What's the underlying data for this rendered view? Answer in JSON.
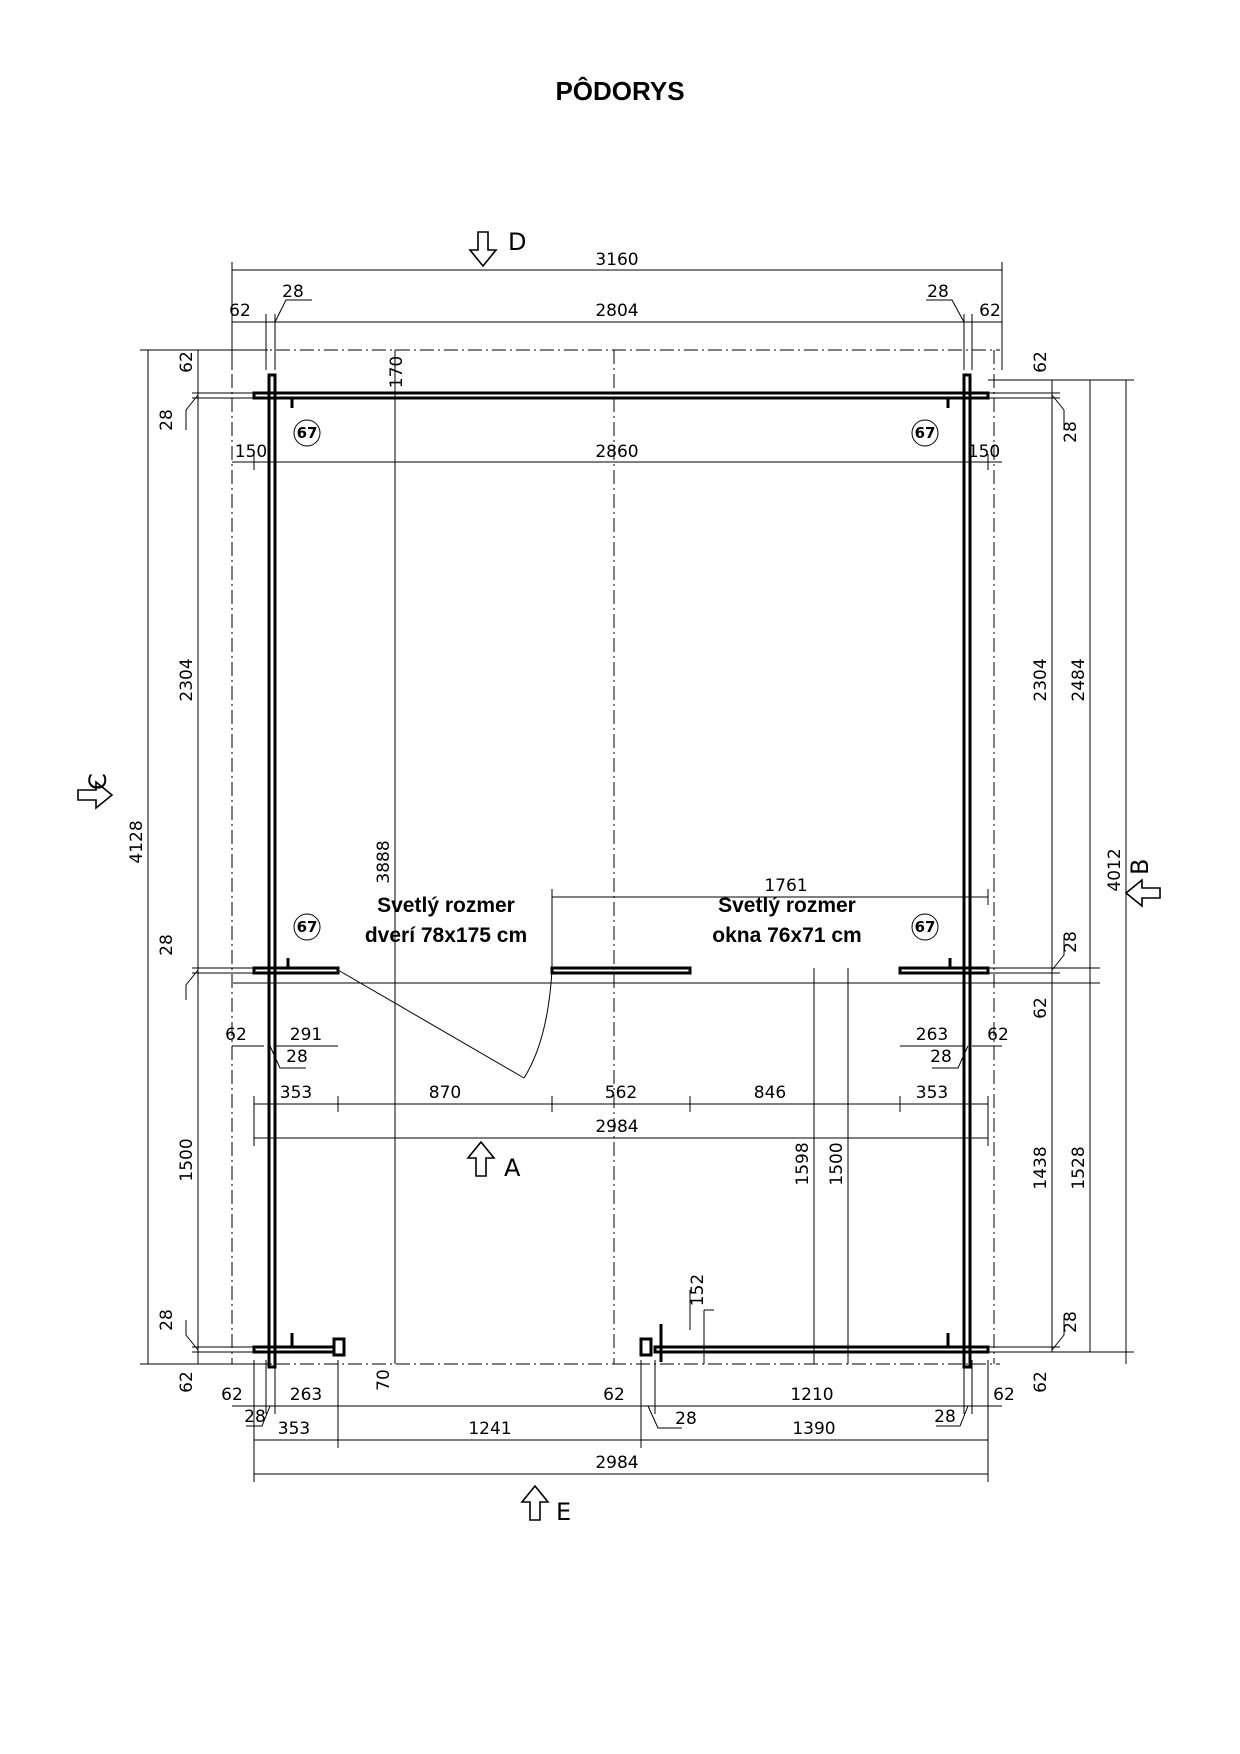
{
  "title": "PÔDORYS",
  "sections": {
    "a": "A",
    "b": "B",
    "c": "C",
    "d": "D",
    "e": "E"
  },
  "dimensions": {
    "overall_width": "3160",
    "inner_width": "2804",
    "top_left_62": "62",
    "top_left_28": "28",
    "top_right_28": "28",
    "top_right_62": "62",
    "overhang_150_left": "150",
    "span_2860": "2860",
    "overhang_150_right": "150",
    "top_170": "170",
    "left_total_4128": "4128",
    "left_top_62": "62",
    "left_28_top": "28",
    "left_2304": "2304",
    "left_28_mid": "28",
    "left_1500": "1500",
    "left_28_bot": "28",
    "left_bot_62": "62",
    "mid_3888": "3888",
    "bot_70": "70",
    "right_top_62": "62",
    "right_28_top": "28",
    "right_2304": "2304",
    "right_2484": "2484",
    "right_4012": "4012",
    "right_28_mid": "28",
    "right_62_mid": "62",
    "right_1438": "1438",
    "right_1528": "1528",
    "right_28_bot": "28",
    "right_bot_62": "62",
    "span_1761": "1761",
    "front_62_left": "62",
    "front_291": "291",
    "front_28_left": "28",
    "front_263": "263",
    "front_28_right": "28",
    "front_62_right": "62",
    "front_353_left": "353",
    "front_870": "870",
    "front_562": "562",
    "front_846": "846",
    "front_353_right": "353",
    "front_2984": "2984",
    "inner_1598": "1598",
    "inner_1500": "1500",
    "back_152": "152",
    "back_62_left": "62",
    "back_263": "263",
    "back_62_mid": "62",
    "back_1210": "1210",
    "back_62_right": "62",
    "back_28_left": "28",
    "back_353": "353",
    "back_1241": "1241",
    "back_28_mid": "28",
    "back_1390": "1390",
    "back_28_right": "28",
    "back_2984": "2984"
  },
  "markers": [
    "67",
    "67",
    "67",
    "67"
  ],
  "notes": {
    "door_line1": "Svetlý rozmer",
    "door_line2": "dverí 78x175 cm",
    "window_line1": "Svetlý rozmer",
    "window_line2": "okna 76x71 cm"
  }
}
